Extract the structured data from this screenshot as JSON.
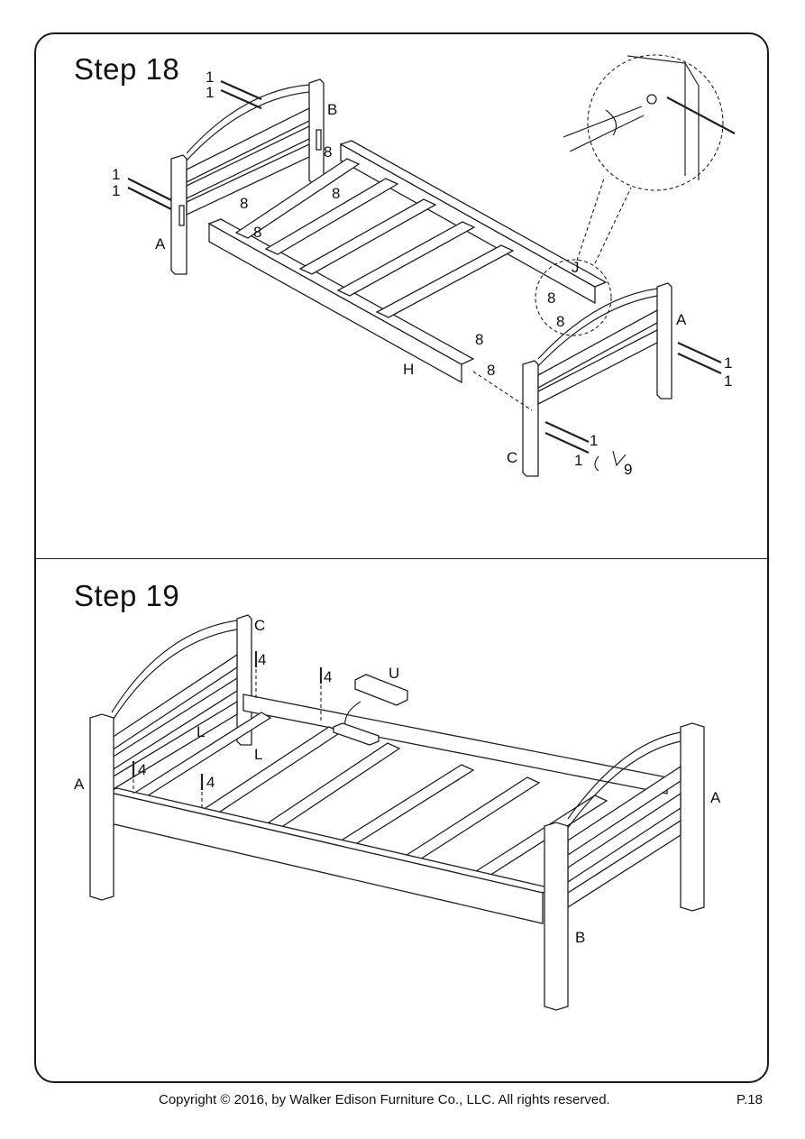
{
  "steps": [
    {
      "title": "Step  18",
      "labels": {
        "a_left": "A",
        "a_right": "A",
        "b": "B",
        "c": "C",
        "h": "H",
        "j": "J",
        "n1": "1",
        "n8": "8",
        "n9": "9"
      }
    },
    {
      "title": "Step  19",
      "labels": {
        "a_left": "A",
        "a_right": "A",
        "b": "B",
        "c": "C",
        "u": "U",
        "l": "L",
        "n4": "4"
      }
    }
  ],
  "footer": {
    "copyright": "Copyright  © 2016, by Walker Edison Furniture Co., LLC. All rights reserved.",
    "page": "P.18"
  }
}
